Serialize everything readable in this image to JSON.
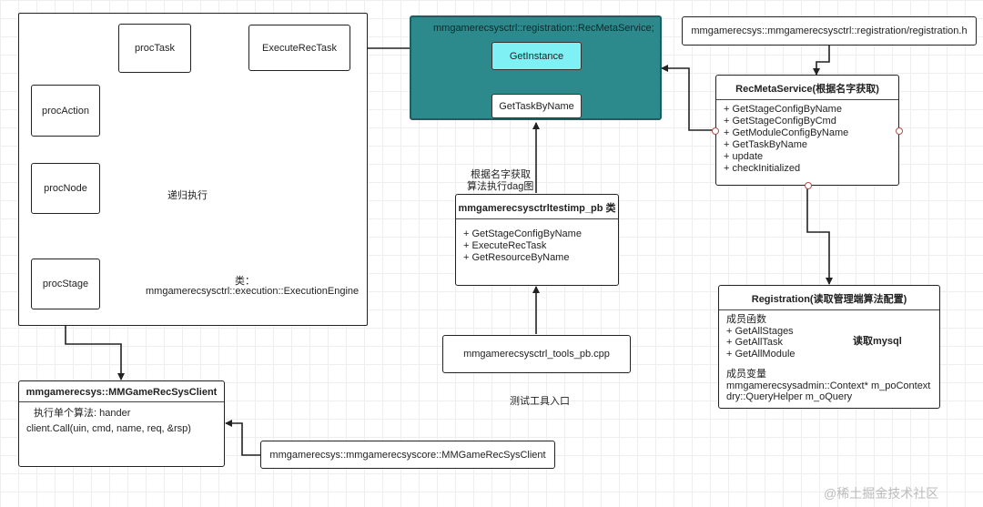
{
  "engine": {
    "procTask": "procTask",
    "executeRecTask": "ExecuteRecTask",
    "procAction": "procAction",
    "procNode": "procNode",
    "procStage": "procStage",
    "recursive": "递归执行",
    "class_prefix": "类：",
    "class_name": "mmgamerecsysctrl::execution::ExecutionEngine"
  },
  "service": {
    "title": "mmgamerecsysctrl::registration::RecMetaService;",
    "get_instance": "GetInstance",
    "get_task_by_name": "GetTaskByName"
  },
  "header_file": "mmgamerecsys::mmgamerecsysctrl::registration/registration.h",
  "rec_meta": {
    "title": "RecMetaService(根据名字获取)",
    "methods": [
      "+ GetStageConfigByName",
      "+ GetStageConfigByCmd",
      "+ GetModuleConfigByName",
      "+ GetTaskByName",
      "+ update",
      "+ checkInitialized"
    ]
  },
  "fetch_note": [
    "根据名字获取",
    "算法执行dag图"
  ],
  "testimp": {
    "title": "mmgamerecsysctrltestimp_pb 类",
    "methods": [
      "+ GetStageConfigByName",
      "+ ExecuteRecTask",
      "+ GetResourceByName"
    ]
  },
  "tools_cpp": "mmgamerecsysctrl_tools_pb.cpp",
  "tool_entry": "测试工具入口",
  "registration": {
    "title": "Registration(读取管理端算法配置)",
    "member_funcs_label": "成员函数",
    "funcs": [
      "+ GetAllStages",
      "+ GetAllTask",
      "+ GetAllModule"
    ],
    "reads": "读取mysql",
    "member_vars_label": "成员变量",
    "vars": [
      "mmgamerecsysadmin::Context*  m_poContext",
      "dry::QueryHelper m_oQuery"
    ]
  },
  "client": {
    "title": "mmgamerecsys::MMGameRecSysClient",
    "line1": "执行单个算法: hander",
    "line2": "client.Call(uin, cmd, name,  req,  &rsp)"
  },
  "core_client": "mmgamerecsys::mmgamerecsyscore::MMGameRecSysClient",
  "watermark": "@稀土掘金技术社区",
  "colors": {
    "service_fill": "#2c8a8c",
    "instance_fill": "#7ff0f4",
    "line": "#222222",
    "dot": "#b05050"
  }
}
